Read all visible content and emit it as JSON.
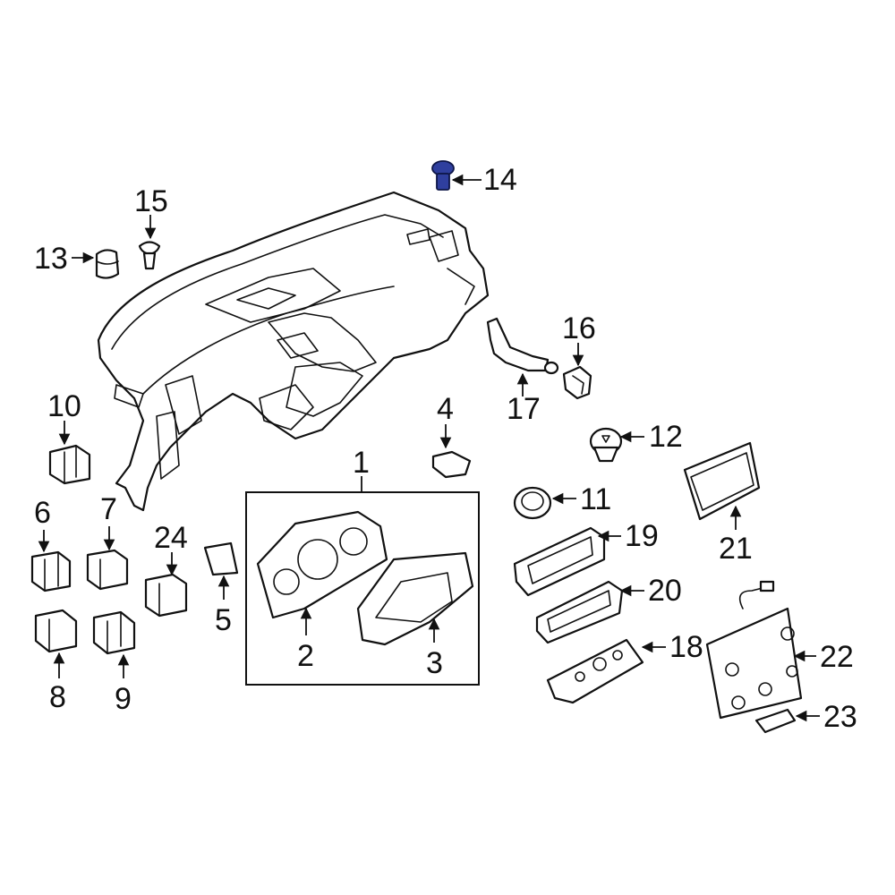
{
  "diagram": {
    "highlight_color": "#2f3f9e",
    "callouts": [
      {
        "id": "1",
        "label": "1"
      },
      {
        "id": "2",
        "label": "2"
      },
      {
        "id": "3",
        "label": "3"
      },
      {
        "id": "4",
        "label": "4"
      },
      {
        "id": "5",
        "label": "5"
      },
      {
        "id": "6",
        "label": "6"
      },
      {
        "id": "7",
        "label": "7"
      },
      {
        "id": "8",
        "label": "8"
      },
      {
        "id": "9",
        "label": "9"
      },
      {
        "id": "10",
        "label": "10"
      },
      {
        "id": "11",
        "label": "11"
      },
      {
        "id": "12",
        "label": "12"
      },
      {
        "id": "13",
        "label": "13"
      },
      {
        "id": "14",
        "label": "14"
      },
      {
        "id": "15",
        "label": "15"
      },
      {
        "id": "16",
        "label": "16"
      },
      {
        "id": "17",
        "label": "17"
      },
      {
        "id": "18",
        "label": "18"
      },
      {
        "id": "19",
        "label": "19"
      },
      {
        "id": "20",
        "label": "20"
      },
      {
        "id": "21",
        "label": "21"
      },
      {
        "id": "22",
        "label": "22"
      },
      {
        "id": "23",
        "label": "23"
      },
      {
        "id": "24",
        "label": "24"
      }
    ]
  }
}
